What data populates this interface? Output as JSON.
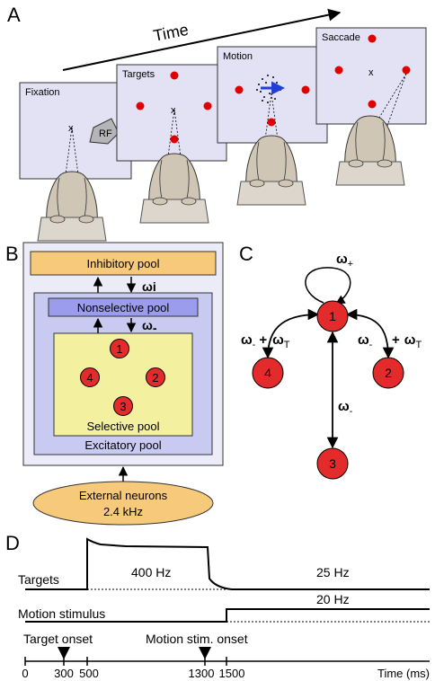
{
  "panels": {
    "a": {
      "letter": "A",
      "time_label": "Time",
      "screens": [
        {
          "label": "Fixation",
          "rf_label": "RF",
          "fix": "x"
        },
        {
          "label": "Targets",
          "fix": "x"
        },
        {
          "label": "Motion"
        },
        {
          "label": "Saccade",
          "fix": "x"
        }
      ]
    },
    "b": {
      "letter": "B",
      "inhibitory": "Inhibitory pool",
      "nonselective": "Nonselective pool",
      "selective": "Selective pool",
      "excitatory": "Excitatory pool",
      "weight_i": "ωi",
      "weight_minus": "ω",
      "weight_minus_sub": "-",
      "external_line1": "External neurons",
      "external_line2": "2.4 kHz",
      "nodes": [
        "1",
        "2",
        "3",
        "4"
      ]
    },
    "c": {
      "letter": "C",
      "self_weight": "ω",
      "self_weight_sub": "+",
      "nodes": [
        "1",
        "2",
        "3",
        "4"
      ],
      "left_w": "ω",
      "left_w_sub": "-",
      "left_plus": "+",
      "left_wt": "ω",
      "left_wt_sub": "T",
      "right_w": "ω",
      "right_w_sub": "-",
      "right_plus": "+",
      "right_wt": "ω",
      "right_wt_sub": "T",
      "down_w": "ω",
      "down_w_sub": "-"
    },
    "d": {
      "letter": "D",
      "targets_label": "Targets",
      "targets_high": "400 Hz",
      "targets_low": "25 Hz",
      "motion_label": "Motion stimulus",
      "motion_rate": "20 Hz",
      "target_onset": "Target onset",
      "motion_onset": "Motion stim. onset",
      "ticks": [
        "0",
        "300",
        "500",
        "1300",
        "1500"
      ],
      "axis_label": "Time (ms)"
    }
  },
  "colors": {
    "screen_fill": "#e2e2f4",
    "inhibitory": "#f7c97a",
    "nonselective": "#9b9cec",
    "excitatory": "#c9caf2",
    "outer_box": "#ececf8",
    "selective": "#f3f0a0",
    "node": "#e32b2b",
    "target_dot": "#e00000",
    "motion_arrow": "#1f3fd6",
    "external": "#f7c97a"
  }
}
